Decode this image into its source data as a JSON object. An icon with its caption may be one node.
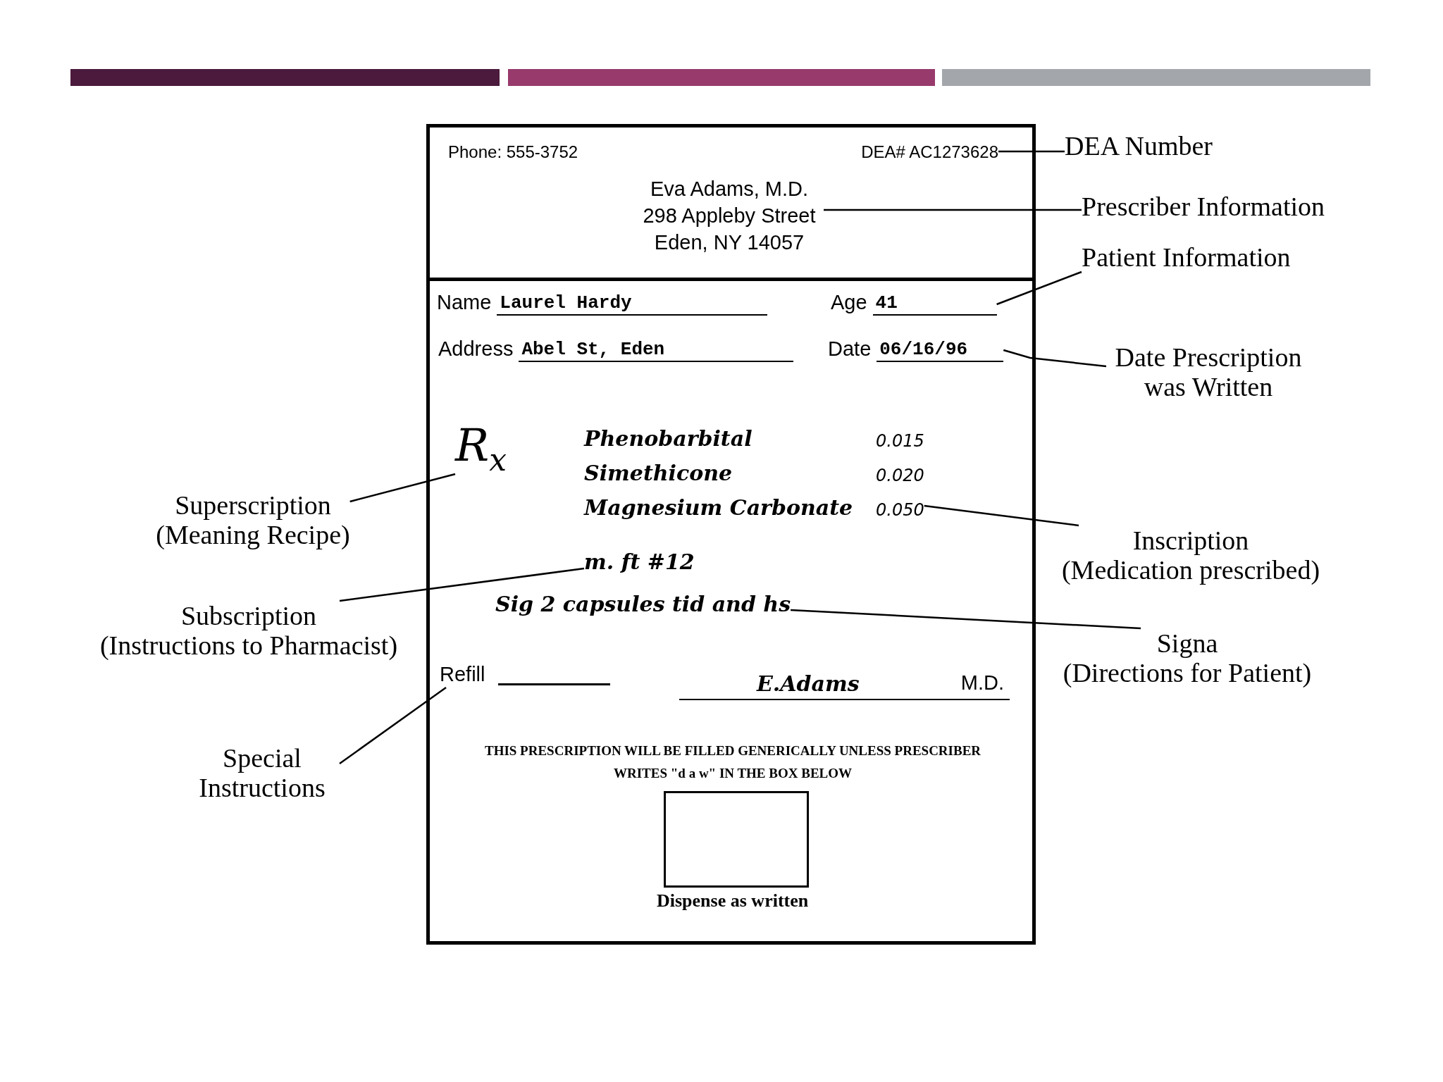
{
  "diagram": {
    "nodes": [
      {
        "text": [],
        "shape": "box"
      },
      {
        "text": [
          "Phone: 555-3752"
        ],
        "in": 0
      },
      {
        "text": [
          "DEA# AC1273628"
        ],
        "in": 0
      },
      {
        "text": [
          "Eva Adams, M.D. 298 Appleby Street Eden, NY 14057"
        ],
        "in": 0
      },
      {
        "text": [
          "Name",
          "Laurel Hardy"
        ],
        "in": 0
      },
      {
        "text": [
          "Age",
          "41"
        ],
        "in": 0
      },
      {
        "text": [
          "Address",
          "Abel St, Eden"
        ],
        "in": 0
      },
      {
        "text": [
          "Date",
          "06/16/96"
        ],
        "in": 0
      },
      {
        "text": [
          "R$_{x}$"
        ],
        "in": 0
      },
      {
        "text": [
          "Phenobarbital",
          "0.015",
          "Simethicone",
          "0.020",
          "Magnesium Carbonate",
          "0.050"
        ],
        "in": 0
      },
      {
        "text": [
          "m. ft #12"
        ],
        "in": 0
      },
      {
        "text": [
          "Sig 2 capsules tid and hs"
        ],
        "in": 0
      },
      {
        "text": [
          "Refill"
        ],
        "in": 0
      },
      {
        "text": [
          "E.Adams",
          "M.D."
        ],
        "in": 0
      },
      {
        "text": [
          "THIS PRESCRIPTION WILL BE FILLED GENERICALLY UNLESS PRESCRIBER WRITES \"d a w\" IN THE BOX BELOW"
        ],
        "in": 0
      },
      {
        "text": [],
        "shape": "box",
        "in": 0,
        "beside": [
          "Dispense as written"
        ]
      },
      {
        "text": [
          "DEA Number"
        ]
      },
      {
        "text": [
          "Prescriber Information"
        ]
      },
      {
        "text": [
          "Patient Information"
        ]
      },
      {
        "text": [
          "Date Prescription was Written"
        ]
      },
      {
        "text": [
          "Inscription",
          "(Medication prescribed)"
        ]
      },
      {
        "text": [
          "Signa",
          "(Directions for Patient)"
        ]
      },
      {
        "text": [
          "Superscription",
          "(Meaning Recipe)"
        ]
      },
      {
        "text": [
          "Subscription",
          "(Instructions to Pharmacist)"
        ]
      },
      {
        "text": [
          "Special Instructions"
        ]
      }
    ],
    "edges": [
      {
        "from": 16,
        "to": 2,
        "arrow": "none"
      },
      {
        "from": 17,
        "to": 3,
        "arrow": "none"
      },
      {
        "from": 18,
        "to": 5,
        "arrow": "none"
      },
      {
        "from": 19,
        "to": 7,
        "arrow": "none"
      },
      {
        "from": 20,
        "to": 9,
        "arrow": "none"
      },
      {
        "from": 21,
        "to": 11,
        "arrow": "none"
      },
      {
        "from": 22,
        "to": 8,
        "arrow": "none"
      },
      {
        "from": 23,
        "to": 10,
        "arrow": "none"
      },
      {
        "from": 24,
        "to": 12,
        "arrow": "none"
      }
    ]
  }
}
